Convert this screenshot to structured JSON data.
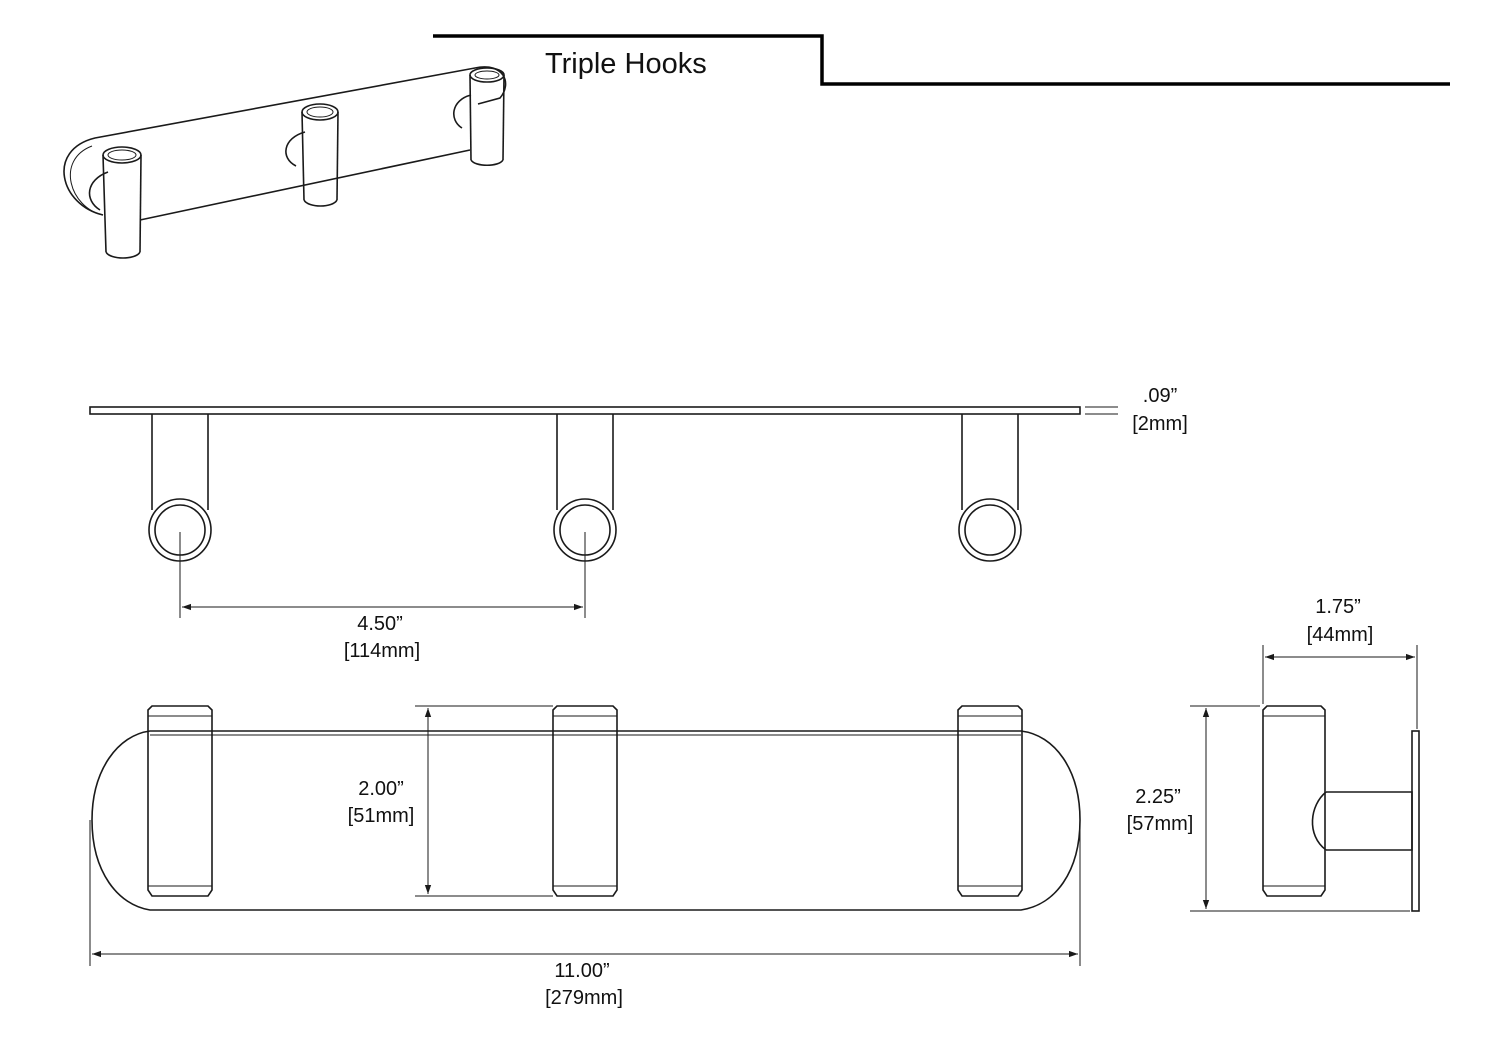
{
  "title": "Triple Hooks",
  "dimensions": {
    "thickness": {
      "imperial": ".09”",
      "metric": "[2mm]"
    },
    "hook_spacing": {
      "imperial": "4.50”",
      "metric": "[114mm]"
    },
    "plate_height": {
      "imperial": "2.00”",
      "metric": "[51mm]"
    },
    "overall_length": {
      "imperial": "11.00”",
      "metric": "[279mm]"
    },
    "projection": {
      "imperial": "1.75”",
      "metric": "[44mm]"
    },
    "overall_height": {
      "imperial": "2.25”",
      "metric": "[57mm]"
    }
  }
}
